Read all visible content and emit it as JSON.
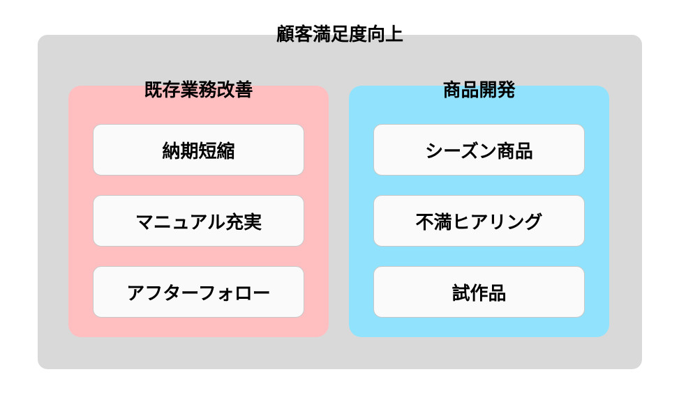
{
  "title": "顧客満足度向上",
  "groups": [
    {
      "title": "既存業務改善",
      "color": "#ffbfc1",
      "items": [
        "納期短縮",
        "マニュアル充実",
        "アフターフォロー"
      ]
    },
    {
      "title": "商品開発",
      "color": "#91e3fd",
      "items": [
        "シーズン商品",
        "不満ヒアリング",
        "試作品"
      ]
    }
  ],
  "colors": {
    "outer_background": "#d9d9d9",
    "card_background": "#fafafa"
  }
}
